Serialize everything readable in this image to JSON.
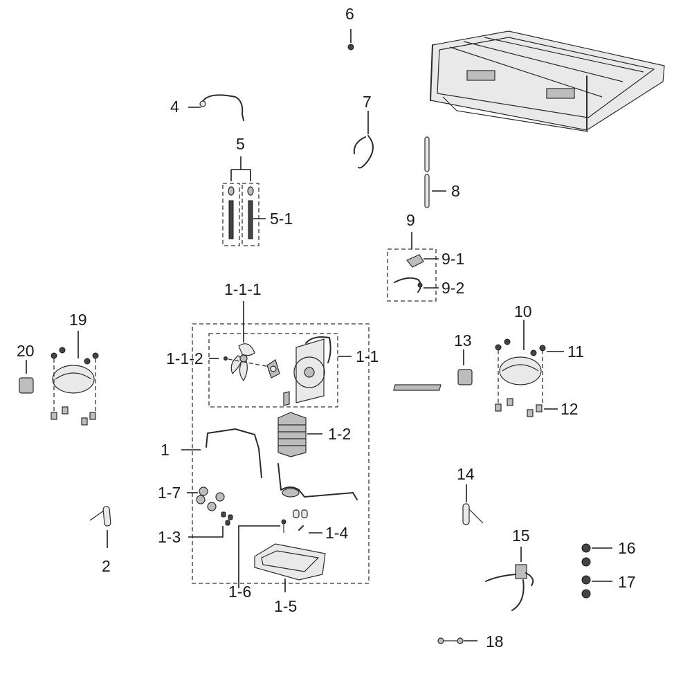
{
  "diagram": {
    "callouts": [
      "1",
      "1-1",
      "1-1-1",
      "1-1-2",
      "1-2",
      "1-3",
      "1-4",
      "1-5",
      "1-6",
      "1-7",
      "2",
      "4",
      "5",
      "5-1",
      "6",
      "7",
      "8",
      "9",
      "9-1",
      "9-2",
      "10",
      "11",
      "12",
      "13",
      "14",
      "15",
      "16",
      "17",
      "18",
      "19",
      "20"
    ]
  }
}
